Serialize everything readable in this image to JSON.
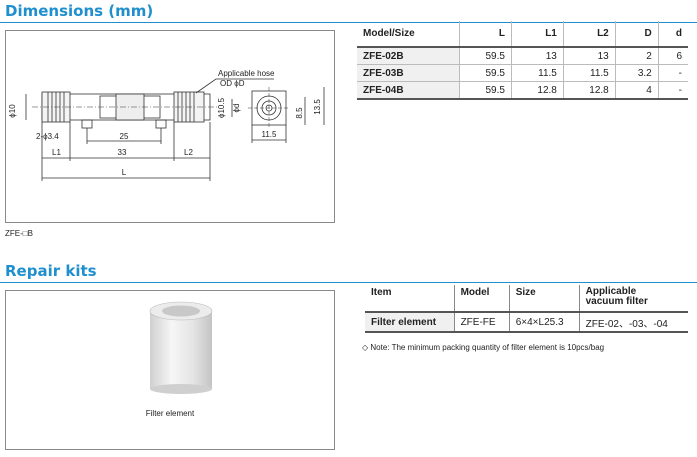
{
  "dimensions": {
    "title": "Dimensions (mm)",
    "caption": "ZFE-□B",
    "drawing": {
      "hose_label": "Applicable hose",
      "od_label": "OD ϕD",
      "phi10": "ϕ10",
      "phi10_5": "ϕ10.5",
      "phi_d": "ϕd",
      "holes": "2-ϕ3.4",
      "dim_25": "25",
      "dim_33": "33",
      "dim_L1": "L1",
      "dim_L2": "L2",
      "dim_L": "L",
      "dim_8_5": "8.5",
      "dim_13_5": "13.5",
      "dim_11_5": "11.5"
    },
    "table": {
      "headers": [
        "Model/Size",
        "L",
        "L1",
        "L2",
        "D",
        "d"
      ],
      "rows": [
        [
          "ZFE-02B",
          "59.5",
          "13",
          "13",
          "2",
          "6"
        ],
        [
          "ZFE-03B",
          "59.5",
          "11.5",
          "11.5",
          "3.2",
          "-"
        ],
        [
          "ZFE-04B",
          "59.5",
          "12.8",
          "12.8",
          "4",
          "-"
        ]
      ]
    }
  },
  "repair": {
    "title": "Repair kits",
    "image_caption": "Filter element",
    "table": {
      "headers": [
        "Item",
        "Model",
        "Size",
        "Applicable\nvacuum filter"
      ],
      "rows": [
        [
          "Filter element",
          "ZFE-FE",
          "6×4×L25.3",
          "ZFE-02、-03、-04"
        ]
      ]
    },
    "note": "◇ Note: The minimum packing quantity of filter element is 10pcs/bag"
  },
  "colors": {
    "accent": "#1f8fce",
    "border": "#8a8a8a",
    "row_shade": "#f0f0f0"
  }
}
